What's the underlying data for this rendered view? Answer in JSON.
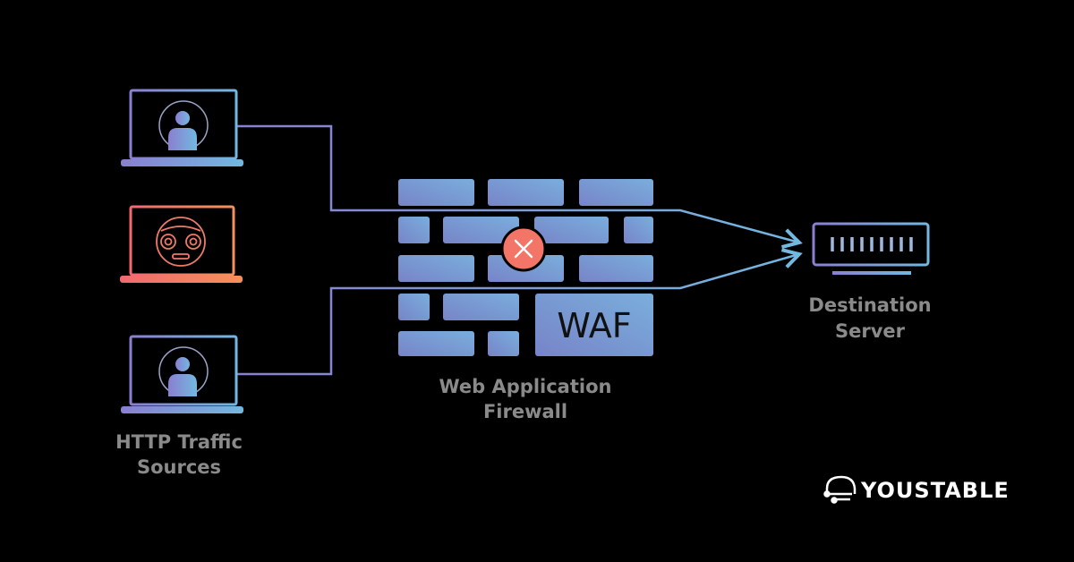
{
  "labels": {
    "sources_line1": "HTTP Traffic",
    "sources_line2": "Sources",
    "waf_line1": "Web Application",
    "waf_line2": "Firewall",
    "dest_line1": "Destination",
    "dest_line2": "Server",
    "waf_badge": "WAF"
  },
  "brand": {
    "name": "YOUSTABLE"
  },
  "colors": {
    "legit_start": "#8a7fd0",
    "legit_end": "#72b8e0",
    "malicious_start": "#f06a70",
    "malicious_end": "#f5905a",
    "brick": "#7a93cf",
    "label": "#8a8a8a"
  },
  "icons": [
    "user-icon",
    "bot-icon",
    "block-x-icon",
    "server-icon",
    "brand-logo-icon"
  ]
}
